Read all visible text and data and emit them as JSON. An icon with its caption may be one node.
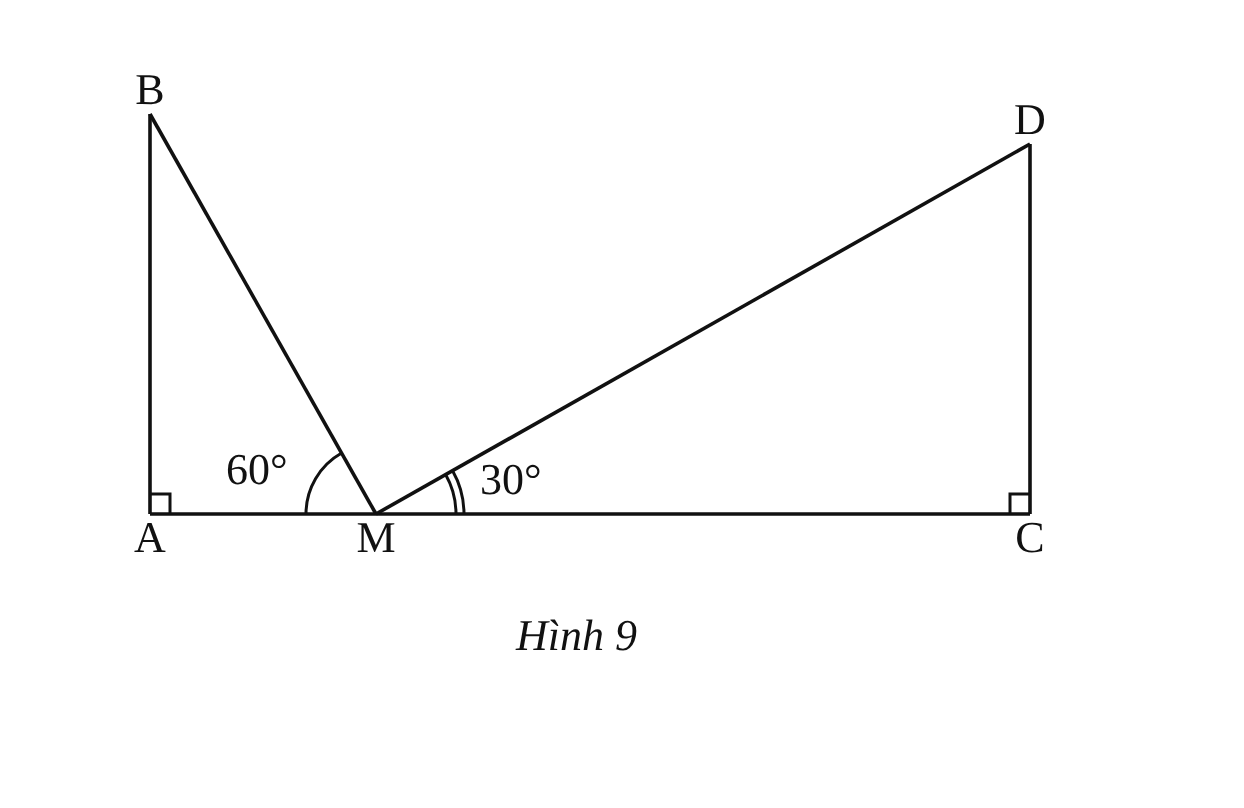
{
  "diagram": {
    "caption": "Hình 9",
    "nodes": [
      {
        "text": [
          "B"
        ]
      },
      {
        "text": [
          "D"
        ]
      },
      {
        "text": [
          "A"
        ]
      },
      {
        "text": [
          "M"
        ]
      },
      {
        "text": [
          "C"
        ]
      }
    ],
    "edges": [
      {
        "from": 2,
        "to": 0,
        "arrow": "none"
      },
      {
        "from": 0,
        "to": 3,
        "arrow": "none"
      },
      {
        "from": 2,
        "to": 3,
        "arrow": "none"
      },
      {
        "from": 3,
        "to": 4,
        "arrow": "none"
      },
      {
        "from": 3,
        "to": 1,
        "arrow": "none"
      },
      {
        "from": 1,
        "to": 4,
        "arrow": "none"
      }
    ],
    "labels": [
      "60°",
      "30°"
    ]
  }
}
